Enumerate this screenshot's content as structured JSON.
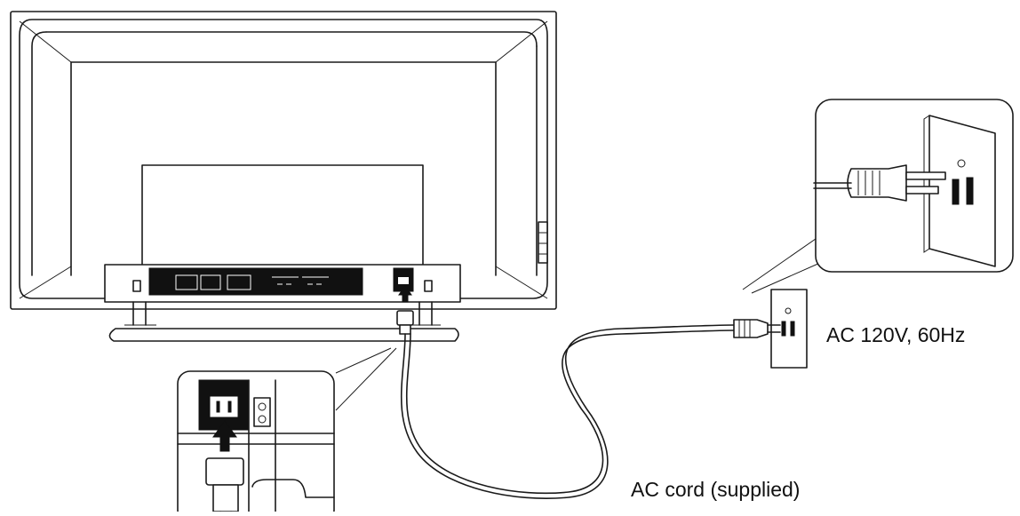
{
  "labels": {
    "power_spec": "AC 120V, 60Hz",
    "cord": "AC cord (supplied)"
  },
  "icons": [
    "tv-rear-view",
    "ac-wall-outlet-icon",
    "ac-plug-icon",
    "magnify-callout-icon",
    "arrow-up-icon"
  ]
}
